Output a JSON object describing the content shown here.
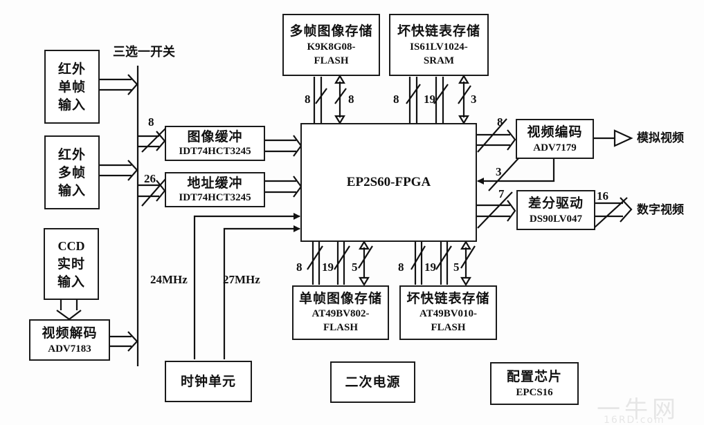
{
  "switch_label": "三选一开关",
  "inputs": {
    "ir_single": [
      "红外",
      "单帧",
      "输入"
    ],
    "ir_multi": [
      "红外",
      "多帧",
      "输入"
    ],
    "ccd": [
      "CCD",
      "实时",
      "输入"
    ]
  },
  "video_decoder": {
    "title": "视频解码",
    "part": "ADV7183"
  },
  "image_buffer": {
    "title": "图像缓冲",
    "part": "IDT74HCT3245",
    "bus_width": "8"
  },
  "address_buffer": {
    "title": "地址缓冲",
    "part": "IDT74HCT3245",
    "bus_width": "26"
  },
  "fpga": {
    "label": "EP2S60-FPGA"
  },
  "multi_frame_storage": {
    "title": "多帧图像存储",
    "part_line1": "K9K8G08-",
    "part_line2": "FLASH",
    "bus_widths": [
      "8",
      "8"
    ]
  },
  "bad_block_sram": {
    "title": "坏快链表存储",
    "part_line1": "IS61LV1024-",
    "part_line2": "SRAM",
    "bus_widths": [
      "8",
      "19",
      "3"
    ]
  },
  "single_frame_storage": {
    "title": "单帧图像存储",
    "part_line1": "AT49BV802-",
    "part_line2": "FLASH",
    "bus_widths": [
      "8",
      "19",
      "5"
    ]
  },
  "bad_block_flash": {
    "title": "坏快链表存储",
    "part_line1": "AT49BV010-",
    "part_line2": "FLASH",
    "bus_widths": [
      "8",
      "19",
      "5"
    ]
  },
  "video_encoder": {
    "title": "视频编码",
    "part": "ADV7179",
    "bus_in": "8",
    "bus_back": "3",
    "output_label": "模拟视频"
  },
  "diff_driver": {
    "title": "差分驱动",
    "part": "DS90LV047",
    "bus_in": "7",
    "bus_out": "16",
    "output_label": "数字视频"
  },
  "clock": {
    "title": "时钟单元",
    "freq1": "24MHz",
    "freq2": "27MHz"
  },
  "power": {
    "title": "二次电源"
  },
  "config_chip": {
    "title": "配置芯片",
    "part": "EPCS16"
  },
  "watermark": {
    "line1": "一牛网",
    "line2": "16RD.com"
  }
}
